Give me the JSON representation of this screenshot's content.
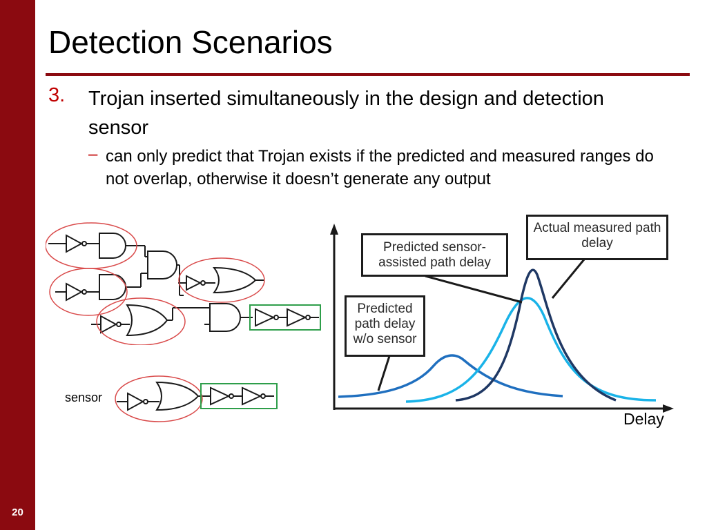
{
  "slide": {
    "title": "Detection Scenarios",
    "number": "20"
  },
  "bullet": {
    "num": "3.",
    "text": "Trojan inserted simultaneously in the design and detection sensor"
  },
  "sub_bullet": {
    "dash": "–",
    "text": "can only predict that Trojan exists if the predicted and measured ranges do not overlap, otherwise it doesn’t generate any output"
  },
  "circuit": {
    "sensor_label": "sensor"
  },
  "graph": {
    "callout_actual": "Actual measured path delay",
    "callout_sensor": "Predicted sensor-assisted path delay",
    "callout_nosensor": "Predicted path delay w/o sensor",
    "x_label": "Delay"
  },
  "colors": {
    "accent": "#8b0a10",
    "bullet": "#c00000",
    "curve_dark": "#1f3864",
    "curve_mid": "#1f6fbf",
    "curve_light": "#1ab3e8",
    "trojan_outline": "#d94a4a",
    "sensor_box": "#2e9e4a"
  }
}
